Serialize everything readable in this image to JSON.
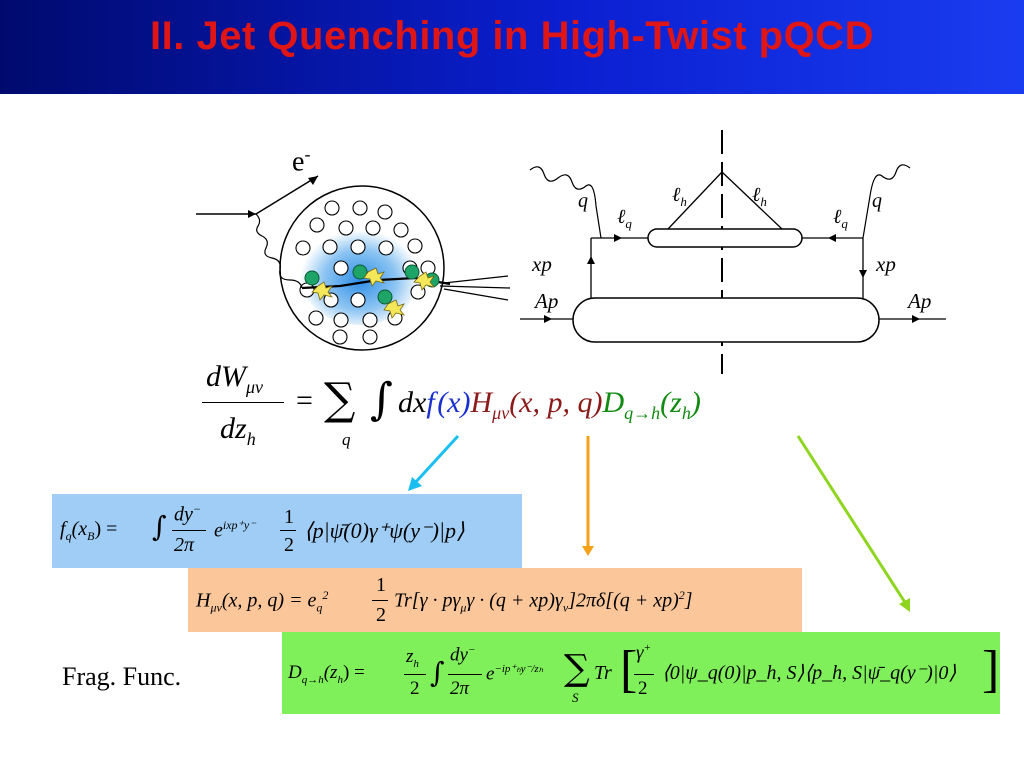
{
  "slide": {
    "title": "II. Jet Quenching in High-Twist pQCD",
    "frag_label": "Frag. Func."
  },
  "diagram_left": {
    "electron_label": "e",
    "electron_sup": "-"
  },
  "diagram_right": {
    "labels": {
      "q_left": "q",
      "q_right": "q",
      "lq_left": "ℓ",
      "lq_right": "ℓ",
      "lh_left": "ℓ",
      "lh_right": "ℓ",
      "sub_q": "q",
      "sub_h": "h",
      "xp_left": "xp",
      "xp_right": "xp",
      "Ap_left": "Ap",
      "Ap_right": "Ap"
    }
  },
  "equations": {
    "main": {
      "num": "dW",
      "num_sub": "μν",
      "den": "dz",
      "den_sub": "h",
      "eq": "=",
      "sum": "∑",
      "sum_sub": "q",
      "int": "∫",
      "dx": "dx",
      "f": "f",
      "fx": "(x)",
      "H": "H",
      "H_sub": "μν",
      "H_args": "(x, p, q)",
      "D": "D",
      "D_sub": "q→h",
      "D_args_open": "(",
      "D_args_z": "z",
      "D_args_sub": "h",
      "D_args_close": ")"
    },
    "f_box": {
      "color": "#9fcdf5",
      "lhs": "f",
      "lhs_sub": "q",
      "lhs_args": "(x",
      "lhs_args_sub": "B",
      "lhs_close": ") =",
      "int": "∫",
      "frac_num": "dy",
      "frac_num_sup": "−",
      "frac_den": "2π",
      "exp": "e",
      "exp_sup": "ixp⁺y⁻",
      "half_num": "1",
      "half_den": "2",
      "bracket": "⟨p|ψ̄(0)γ⁺ψ(y⁻)|p⟩"
    },
    "H_box": {
      "color": "#fbc79a",
      "text": "H",
      "sub": "μν",
      "args": "(x, p, q) = e",
      "e_sub": "q",
      "e_sup": "2",
      "half_num": "1",
      "half_den": "2",
      "rest": "Tr[γ · pγ",
      "mu": "μ",
      "rest2": "γ · (q + xp)γ",
      "nu": "ν",
      "rest3": "]2πδ[(q + xp)",
      "sq": "2",
      "rest4": "]"
    },
    "D_box": {
      "color": "#7ff05a",
      "lhs": "D",
      "lhs_sub": "q→h",
      "lhs_args": "(z",
      "lhs_args_sub": "h",
      "lhs_close": ") =",
      "z_num": "z",
      "z_num_sub": "h",
      "z_den": "2",
      "int": "∫",
      "dy_num": "dy",
      "dy_sup": "−",
      "dy_den": "2π",
      "exp": "e",
      "exp_sup": "−ip⁺ₕy⁻/zₕ",
      "sum": "∑",
      "sum_sub": "S",
      "tr": "Tr",
      "g_num": "γ",
      "g_sup": "+",
      "g_den": "2",
      "bracket": "⟨0|ψ_q(0)|p_h, S⟩⟨p_h, S|ψ̄_q(y⁻)|0⟩"
    }
  },
  "arrows": {
    "blue": "#19bff0",
    "orange": "#f5a11a",
    "green": "#8fd41e"
  }
}
